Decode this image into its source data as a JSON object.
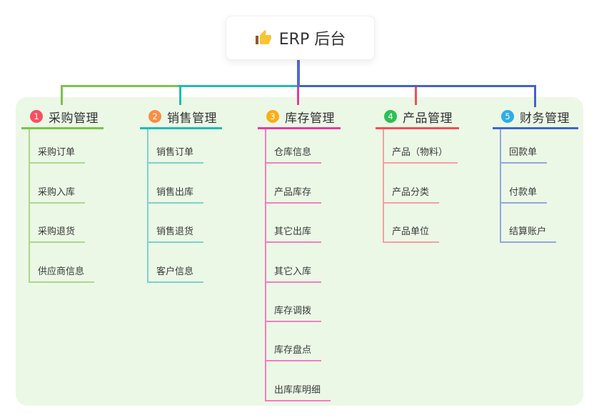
{
  "root": {
    "label": "ERP 后台",
    "icon": "thumbs-up"
  },
  "connectors": {
    "root_line_color": "#5767d5"
  },
  "panel": {
    "background_color": "#ebf8e6"
  },
  "branches": [
    {
      "num": "1",
      "label": "采购管理",
      "badge_color": "#f85061",
      "line_color": "#7cc24a",
      "child_line_color": "#abd88b",
      "children": [
        "采购订单",
        "采购入库",
        "采购退货",
        "供应商信息"
      ]
    },
    {
      "num": "2",
      "label": "销售管理",
      "badge_color": "#fa8e45",
      "line_color": "#1fbcb1",
      "child_line_color": "#7cd3ca",
      "children": [
        "销售订单",
        "销售出库",
        "销售退货",
        "客户信息"
      ]
    },
    {
      "num": "3",
      "label": "库存管理",
      "badge_color": "#fbae17",
      "line_color": "#e73c9e",
      "child_line_color": "#f07fc0",
      "children": [
        "仓库信息",
        "产品库存",
        "其它出库",
        "其它入库",
        "库存调拨",
        "库存盘点",
        "出库库明细"
      ]
    },
    {
      "num": "4",
      "label": "产品管理",
      "badge_color": "#2fbe57",
      "line_color": "#fa4b55",
      "child_line_color": "#fb9ba2",
      "children": [
        "产品（物料）",
        "产品分类",
        "产品单位"
      ]
    },
    {
      "num": "5",
      "label": "财务管理",
      "badge_color": "#2eace9",
      "line_color": "#4164cb",
      "child_line_color": "#92a7e2",
      "children": [
        "回款单",
        "付款单",
        "结算账户"
      ]
    }
  ]
}
